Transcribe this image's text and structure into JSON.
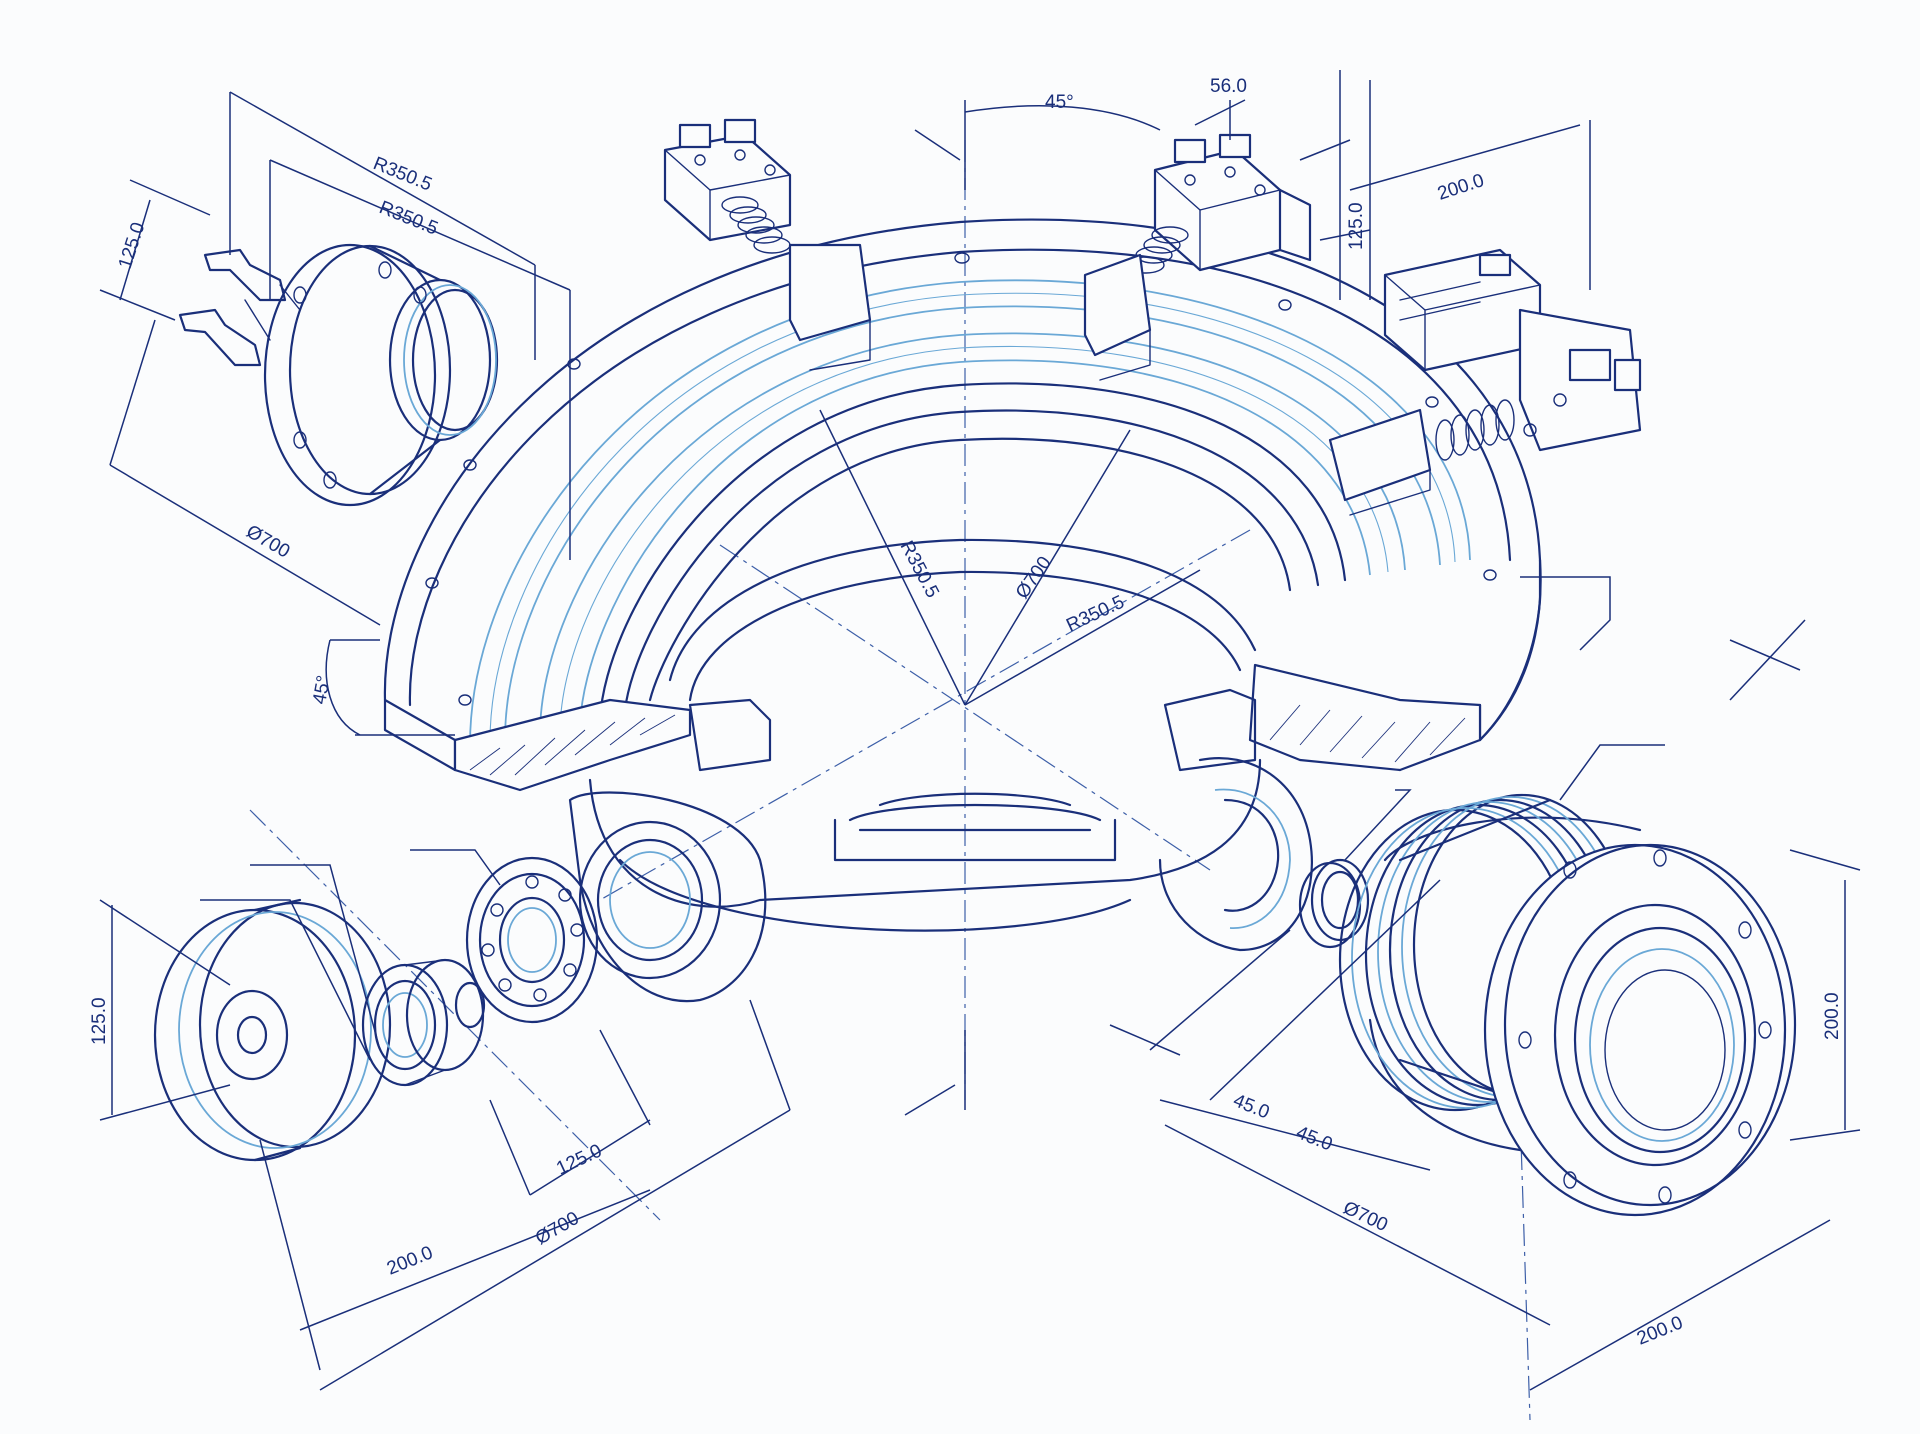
{
  "dimensions": {
    "angle_top": "45°",
    "dim_56": "56.0",
    "r_outer_a": "R350.5",
    "r_outer_b": "R350.5",
    "h_left_top": "125.0",
    "w_right_top": "200.0",
    "h_right_top": "125.0",
    "dia_left": "Ø700",
    "angle_left": "45°",
    "r_center": "R350.5",
    "dia_center": "Ø700",
    "r_center_right": "R350.5",
    "h_bottom_left": "125.0",
    "w_bearing": "125.0",
    "dia_bottom_left": "Ø700",
    "w_bottom_left": "200.0",
    "t_a": "45.0",
    "t_b": "45.0",
    "dia_bottom_right": "Ø700",
    "w_bottom_right": "200.0",
    "h_right": "200.0"
  },
  "colors": {
    "ink": "#1a2f7a",
    "accent": "#6aa8d6",
    "paper": "#fbfcfd"
  }
}
